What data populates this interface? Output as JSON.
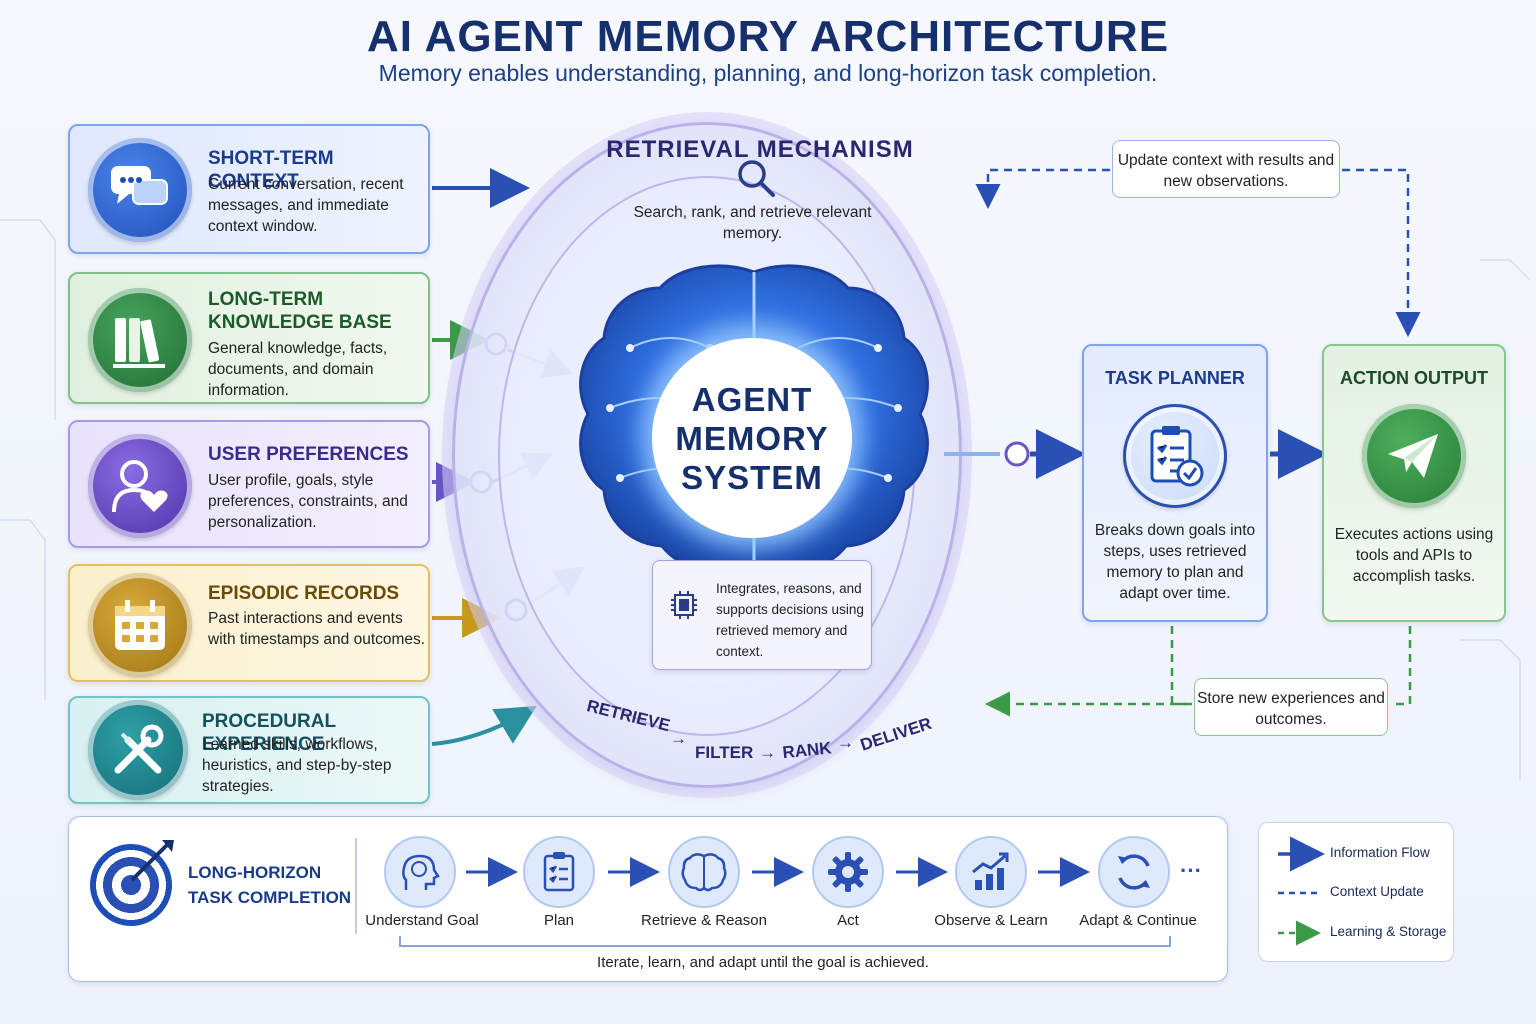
{
  "header": {
    "title": "AI AGENT MEMORY ARCHITECTURE",
    "subtitle": "Memory enables understanding, planning, and long-horizon task completion."
  },
  "memory_sources": [
    {
      "title": "SHORT-TERM CONTEXT",
      "description": "Current conversation, recent messages, and immediate context window.",
      "icon": "chat-bubbles-icon",
      "color": "#1d4eb8"
    },
    {
      "title": "LONG-TERM KNOWLEDGE BASE",
      "description": "General knowledge, facts, documents, and domain information.",
      "icon": "books-icon",
      "color": "#1f6b33"
    },
    {
      "title": "USER PREFERENCES",
      "description": "User profile, goals, style preferences, constraints, and personalization.",
      "icon": "user-heart-icon",
      "color": "#4a2fa8"
    },
    {
      "title": "EPISODIC RECORDS",
      "description": "Past interactions and events with timestamps and outcomes.",
      "icon": "calendar-icon",
      "color": "#9c7312"
    },
    {
      "title": "PROCEDURAL EXPERIENCE",
      "description": "Learned skills, workflows, heuristics, and step-by-step strategies.",
      "icon": "wrench-screwdriver-icon",
      "color": "#146b76"
    }
  ],
  "hub": {
    "retrieval_title": "RETRIEVAL MECHANISM",
    "retrieval_description": "Search, rank, and retrieve relevant memory.",
    "core_lines": [
      "AGENT",
      "MEMORY",
      "SYSTEM"
    ],
    "integrates_text": "Integrates, reasons, and supports decisions using retrieved memory and context.",
    "pipeline_steps": [
      "RETRIEVE",
      "FILTER",
      "RANK",
      "DELIVER"
    ],
    "pipeline_arrow": "→"
  },
  "task_planner": {
    "title": "TASK PLANNER",
    "description": "Breaks down goals into steps, uses retrieved memory to plan and adapt over time.",
    "icon": "clipboard-check-icon"
  },
  "action_output": {
    "title": "ACTION OUTPUT",
    "description": "Executes actions using tools and APIs to accomplish tasks.",
    "icon": "paper-plane-icon"
  },
  "notes": {
    "update": "Update context with results and new observations.",
    "store": "Store new experiences and outcomes."
  },
  "bottom": {
    "title": "LONG-HORIZON TASK COMPLETION",
    "steps": [
      {
        "label": "Understand Goal",
        "icon": "head-brain-icon"
      },
      {
        "label": "Plan",
        "icon": "checklist-icon"
      },
      {
        "label": "Retrieve & Reason",
        "icon": "brain-icon"
      },
      {
        "label": "Act",
        "icon": "gear-icon"
      },
      {
        "label": "Observe & Learn",
        "icon": "trend-chart-icon"
      },
      {
        "label": "Adapt & Continue",
        "icon": "cycle-icon"
      }
    ],
    "ellipsis": "···",
    "iterate_text": "Iterate, learn, and adapt until the goal is achieved."
  },
  "legend": {
    "items": [
      {
        "label": "Information Flow",
        "style": "solid",
        "color": "#2a4fb5"
      },
      {
        "label": "Context Update",
        "style": "dashed",
        "color": "#2a4fb5"
      },
      {
        "label": "Learning & Storage",
        "style": "dashed",
        "color": "#3a9a48"
      }
    ]
  },
  "colors": {
    "title": "#16306e",
    "flow_blue": "#2a4fb5",
    "learning_green": "#3a9a48",
    "hub_purple": "#b9b2ea"
  }
}
